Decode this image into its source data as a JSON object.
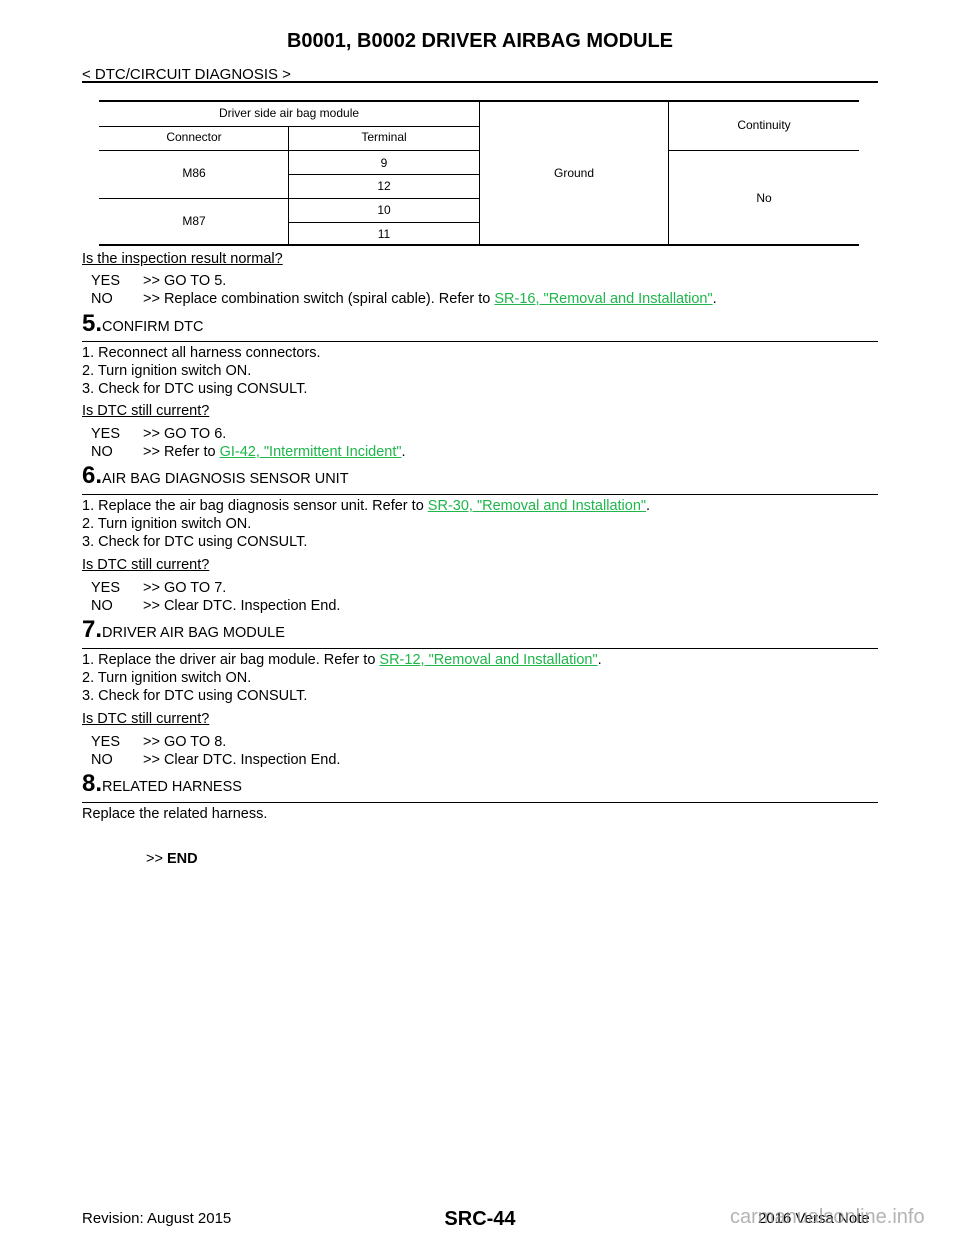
{
  "header": {
    "title": "B0001, B0002 DRIVER AIRBAG MODULE",
    "breadcrumb": "< DTC/CIRCUIT DIAGNOSIS >"
  },
  "table": {
    "group_header": "Driver side air bag module",
    "col_connector": "Connector",
    "col_terminal": "Terminal",
    "col_ground": "Ground",
    "col_continuity": "Continuity",
    "rows": [
      {
        "connector": "M86",
        "terminals": [
          "9",
          "12"
        ]
      },
      {
        "connector": "M87",
        "terminals": [
          "10",
          "11"
        ]
      }
    ],
    "result": "No"
  },
  "check4": {
    "question": "Is the inspection result normal?",
    "yes_label": "YES",
    "yes_text": ">> GO TO 5.",
    "no_label": "NO",
    "no_text_pre": ">> Replace combination switch (spiral cable). Refer to ",
    "no_link": "SR-16, \"Removal and Installation\"",
    "no_text_post": "."
  },
  "step5": {
    "number": "5.",
    "title": "CONFIRM DTC",
    "items": [
      "1. Reconnect all harness connectors.",
      "2. Turn ignition switch ON.",
      "3. Check for DTC using CONSULT."
    ],
    "question": "Is DTC still current?",
    "yes_label": "YES",
    "yes_text": ">> GO TO 6.",
    "no_label": "NO",
    "no_text_pre": ">> Refer to ",
    "no_link": "GI-42, \"Intermittent Incident\"",
    "no_text_post": "."
  },
  "step6": {
    "number": "6.",
    "title": "AIR BAG DIAGNOSIS SENSOR UNIT",
    "item1_pre": "1. Replace the air bag diagnosis sensor unit. Refer to ",
    "item1_link": "SR-30, \"Removal and Installation\"",
    "item1_post": ".",
    "item2": "2. Turn ignition switch ON.",
    "item3": "3. Check for DTC using CONSULT.",
    "question": "Is DTC still current?",
    "yes_label": "YES",
    "yes_text": ">> GO TO 7.",
    "no_label": "NO",
    "no_text": ">> Clear DTC. Inspection End."
  },
  "step7": {
    "number": "7.",
    "title": "DRIVER AIR BAG MODULE",
    "item1_pre": "1. Replace the driver air bag module. Refer to ",
    "item1_link": "SR-12, \"Removal and Installation\"",
    "item1_post": ".",
    "item2": "2. Turn ignition switch ON.",
    "item3": "3. Check for DTC using CONSULT.",
    "question": "Is DTC still current?",
    "yes_label": "YES",
    "yes_text": ">> GO TO 8.",
    "no_label": "NO",
    "no_text": ">> Clear DTC. Inspection End."
  },
  "step8": {
    "number": "8.",
    "title": "RELATED HARNESS",
    "text": "Replace the related harness.",
    "end_prefix": ">>",
    "end_text": "END"
  },
  "footer": {
    "revision": "Revision: August 2015",
    "page": "SRC-44",
    "model": "2016 Versa Note",
    "watermark": "carmanualsonline.info"
  },
  "colors": {
    "link": "#1fb64b"
  }
}
